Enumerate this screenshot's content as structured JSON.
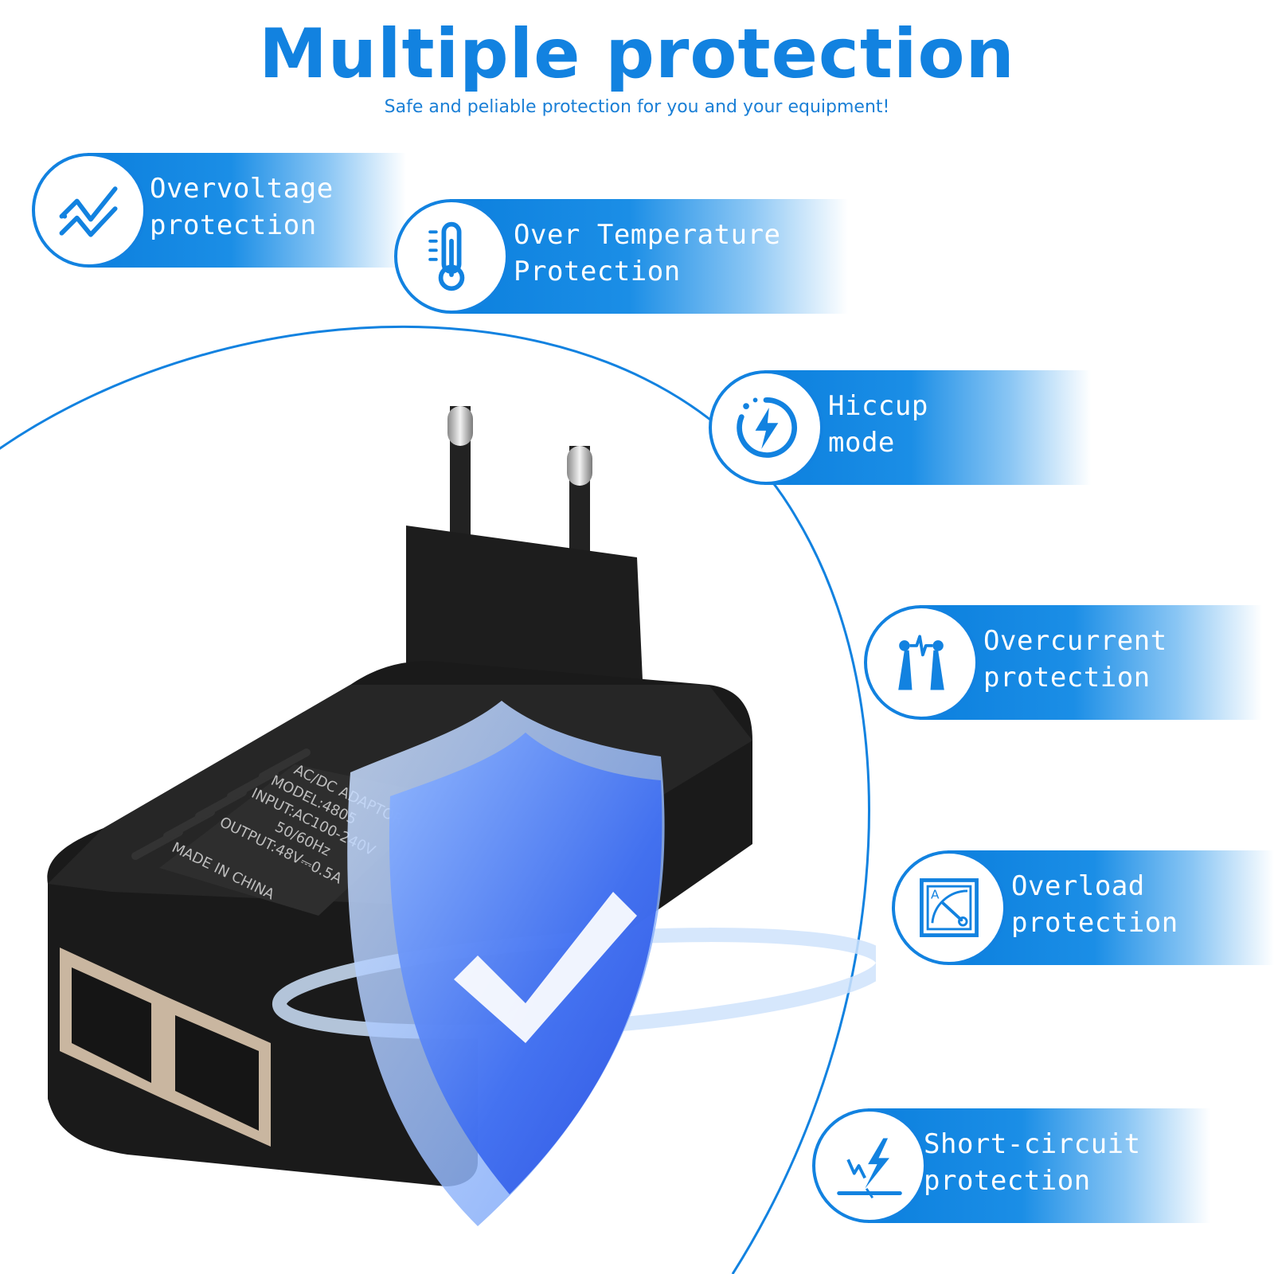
{
  "header": {
    "title": "Multiple protection",
    "subtitle": "Safe and peliable protection for you and your equipment!"
  },
  "features": [
    {
      "line1": "Overvoltage",
      "line2": "protection",
      "icon": "voltage-wave-icon"
    },
    {
      "line1": "Over Temperature",
      "line2": "Protection",
      "icon": "thermometer-icon"
    },
    {
      "line1": "Hiccup",
      "line2": "mode",
      "icon": "lightning-timer-icon"
    },
    {
      "line1": "Overcurrent",
      "line2": "protection",
      "icon": "overcurrent-towers-icon"
    },
    {
      "line1": "Overload",
      "line2": "protection",
      "icon": "ammeter-gauge-icon"
    },
    {
      "line1": "Short-circuit",
      "line2": "protection",
      "icon": "short-circuit-spark-icon"
    }
  ],
  "product_label": {
    "title": "AC/DC ADAPTOR",
    "model": "MODEL:4805",
    "input": "INPUT:AC100-240V",
    "freq": "50/60Hz",
    "output": "OUTPUT:48V⎓0.5A",
    "origin": "MADE IN CHINA"
  },
  "colors": {
    "accent": "#1282e0",
    "banner": "#0c80de",
    "shield": "#3f6ef0"
  }
}
